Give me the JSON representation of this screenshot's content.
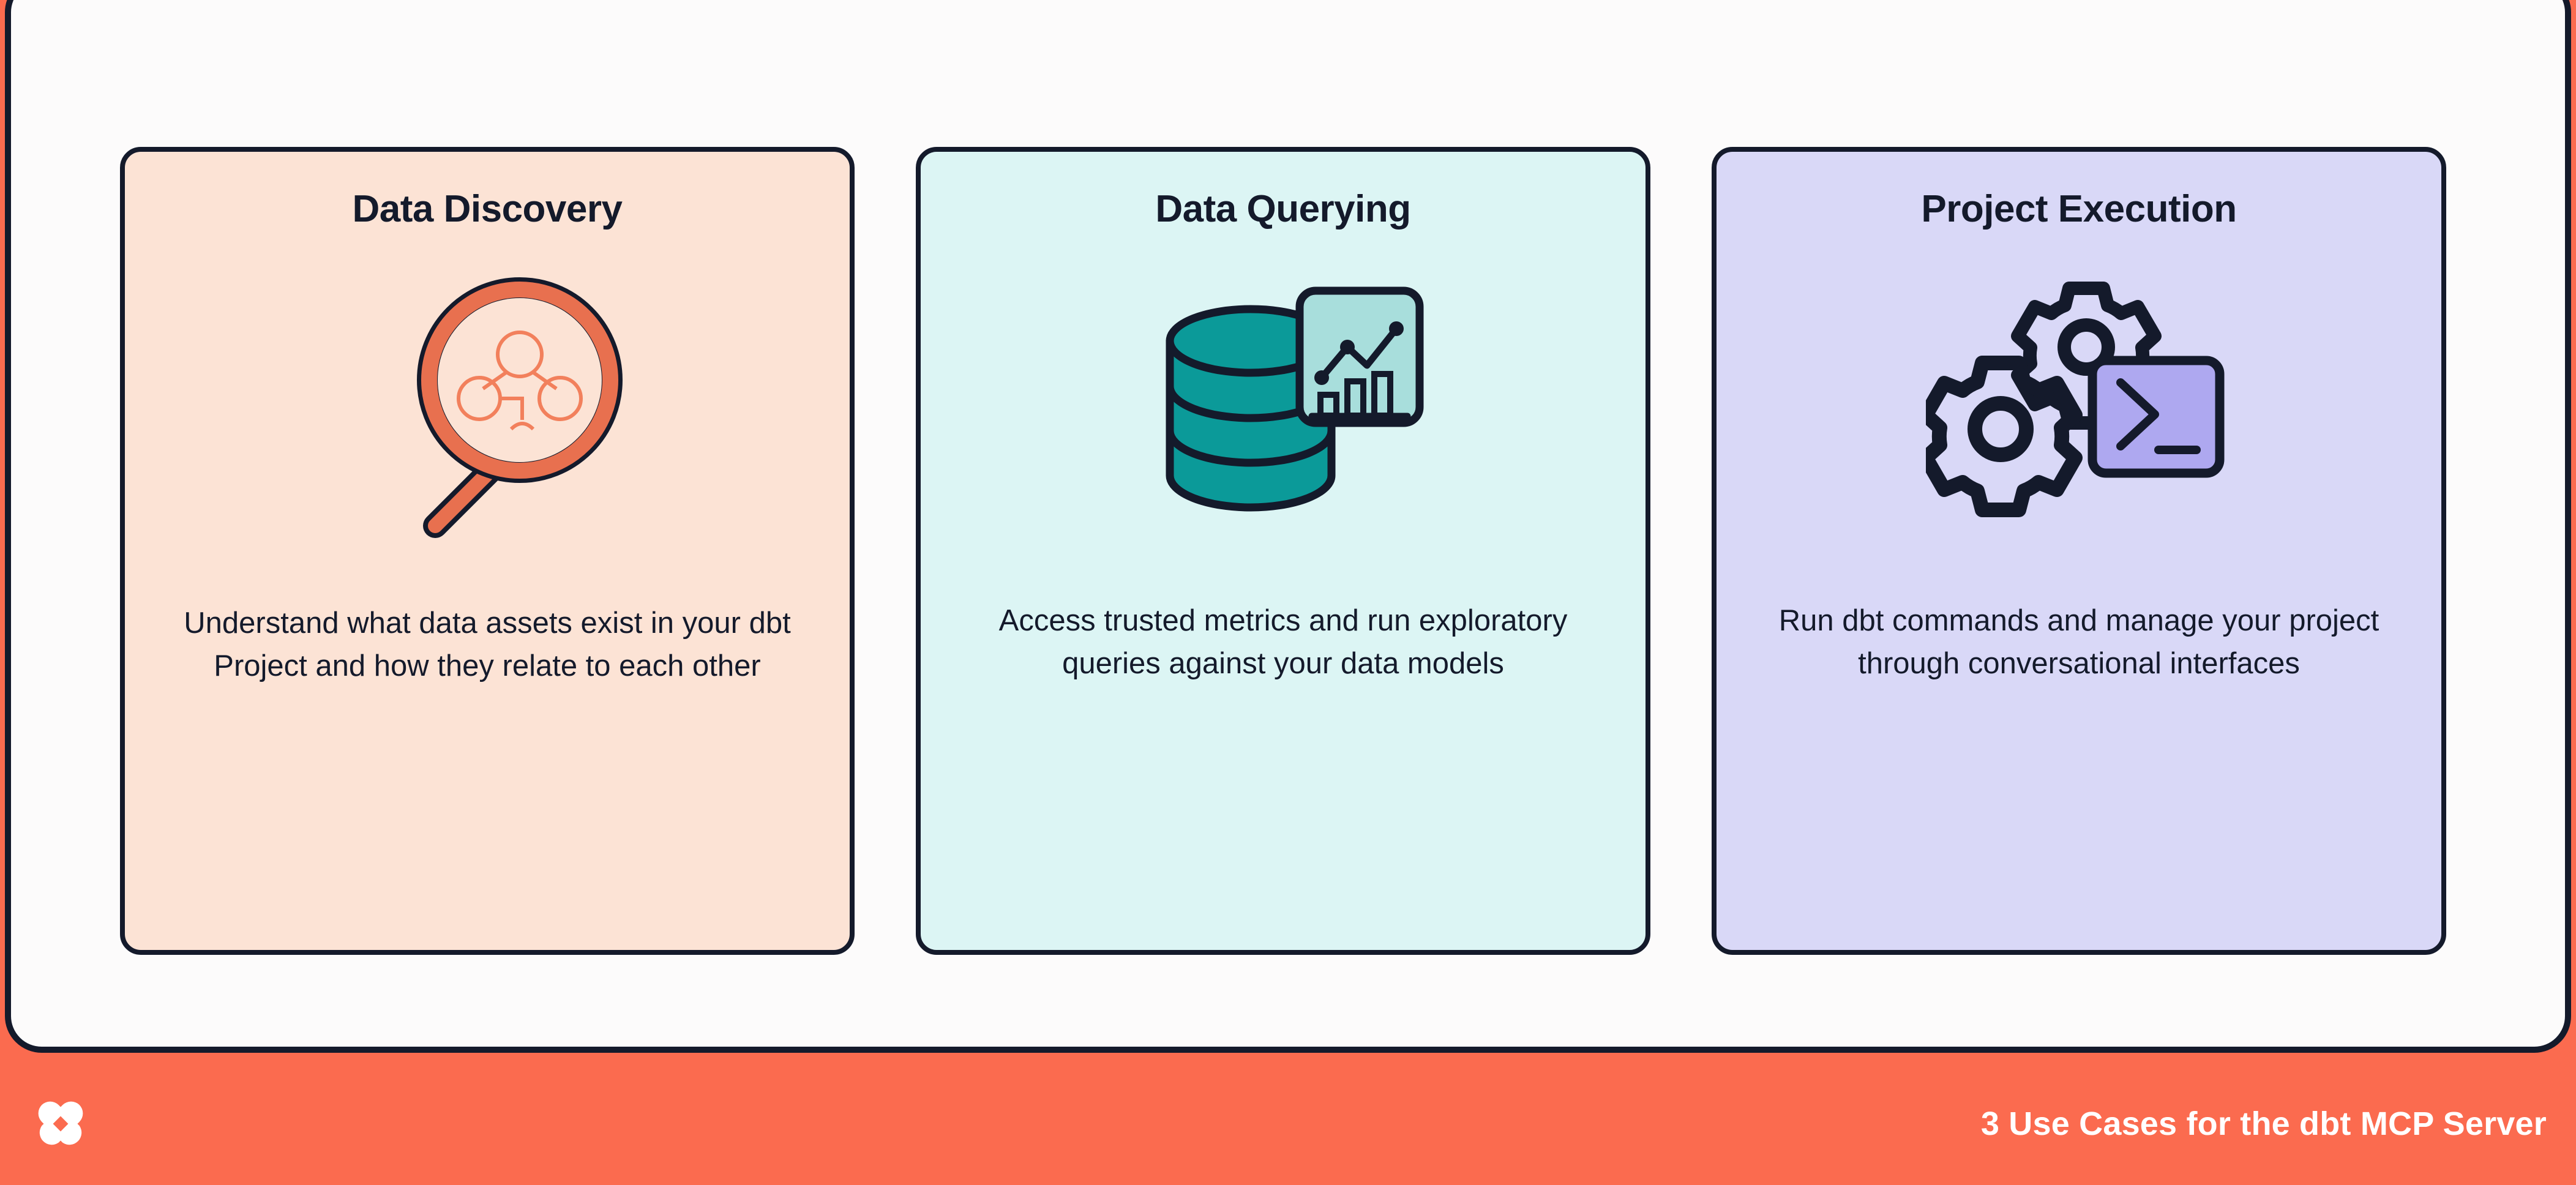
{
  "footer": {
    "logo_icon": "dbt-logo-icon",
    "caption": "3 Use Cases for the dbt MCP Server",
    "background_color": "#FB6B4F",
    "text_color": "#FFFFFF"
  },
  "frame": {
    "border_color": "#141A2B",
    "panel_color": "#FCFBFB"
  },
  "cards": [
    {
      "id": "data-discovery",
      "title": "Data Discovery",
      "body": "Understand what data assets exist in your dbt Project and how they relate to each other",
      "icon": "magnifying-glass-lineage-icon",
      "background_color": "#FCE3D5",
      "accent_color": "#E8704F",
      "outline_color": "#141A2B"
    },
    {
      "id": "data-querying",
      "title": "Data Querying",
      "body": "Access trusted metrics and run exploratory queries against your data models",
      "icon": "database-chart-icon",
      "background_color": "#DCF5F4",
      "accent_color": "#0B9A99",
      "chart_panel_color": "#A8DEDC",
      "outline_color": "#141A2B"
    },
    {
      "id": "project-execution",
      "title": "Project Execution",
      "body": "Run dbt commands and manage your project through conversational interfaces",
      "icon": "gears-terminal-icon",
      "background_color": "#D9D8F7",
      "accent_color": "#AEA8F0",
      "outline_color": "#141A2B"
    }
  ]
}
